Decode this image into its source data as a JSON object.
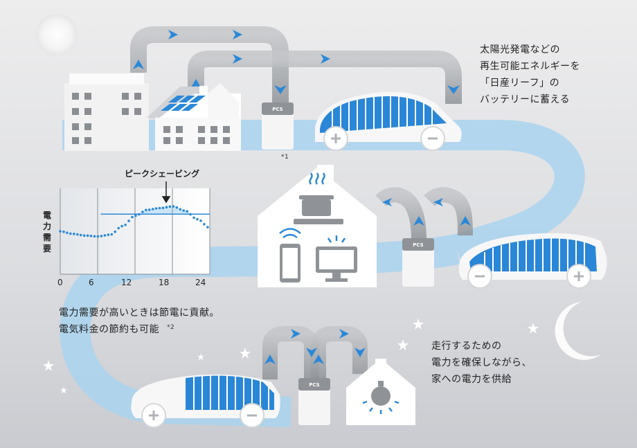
{
  "captions": {
    "top_right": "太陽光発電などの\n再生可能エネルギーを\n「日産リーフ」の\nバッテリーに蓄える",
    "middle_left": "電力需要が高いときは節電に貢献。\n電気料金の節約も可能",
    "middle_left_note": "*2",
    "bottom_right": "走行するための\n電力を確保しながら、\n家への電力を供給",
    "footnote_1": "*1"
  },
  "pcs_label": "PCS",
  "chart_data": {
    "type": "line",
    "title": "ピークシェービング",
    "ylabel": "電力需要",
    "x_ticks": [
      "0",
      "6",
      "12",
      "18",
      "24"
    ],
    "xlim": [
      0,
      24
    ],
    "x": [
      0,
      2,
      4,
      6,
      8,
      10,
      12,
      14,
      16,
      18,
      20,
      22,
      24
    ],
    "y": [
      5.0,
      4.7,
      4.5,
      4.4,
      4.6,
      5.6,
      6.8,
      7.5,
      7.7,
      7.9,
      7.4,
      6.4,
      5.4
    ],
    "threshold": 7.0,
    "peak_x": 18,
    "ylim": [
      0,
      10
    ],
    "grid": true,
    "colors": {
      "line": "#2b88d8",
      "threshold": "#2b88d8",
      "shade": "#bfe0f5"
    }
  },
  "colors": {
    "accent": "#2b88d8",
    "track": "#a9d3ee",
    "pipe": "#a0a4a8",
    "battery": "#2a86d6"
  },
  "icons": [
    "sun-icon",
    "moon-icon",
    "star-icon",
    "wifi-icon",
    "steam-icon",
    "light-bulb-icon",
    "plus-icon",
    "minus-icon",
    "arrow-down-icon"
  ]
}
